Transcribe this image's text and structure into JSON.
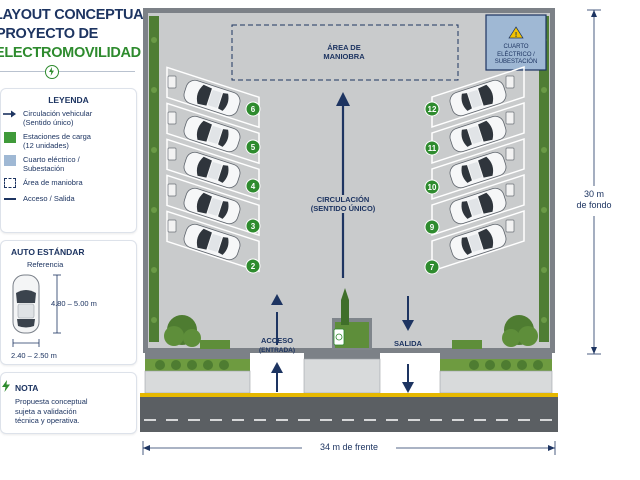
{
  "title": {
    "line1": "LAYOUT CONCEPTUAL",
    "line2": "PROYECTO DE",
    "line3": "ELECTROMOVILIDAD"
  },
  "legend": {
    "title": "LEYENDA",
    "items": [
      {
        "label": "Circulación vehicular\n(Sentido único)",
        "icon": "arrow-icon"
      },
      {
        "label": "Estaciones de carga\n(12 unidades)",
        "icon": "green-square-icon",
        "color": "#3f9a3a"
      },
      {
        "label": "Cuarto eléctrico /\nSubestación",
        "icon": "blue-square-icon",
        "color": "#9fb8d4"
      },
      {
        "label": "Área de maniobra",
        "icon": "dashed-box-icon"
      },
      {
        "label": "Acceso / Salida",
        "icon": "line-icon"
      }
    ]
  },
  "standard": {
    "title": "AUTO ESTÁNDAR",
    "reference": "Referencia",
    "length": "4.80 – 5.00 m",
    "width": "2.40 – 2.50 m"
  },
  "note": {
    "title": "NOTA",
    "text": "Propuesta conceptual\nsujeta a validación\ntécnica y operativa."
  },
  "diagram": {
    "maneuver_area": "ÁREA DE\nMANIOBRA",
    "electrical_room": "CUARTO ELÉCTRICO /\nSUBESTACIÓN",
    "circulation": "CIRCULACIÓN\n(SENTIDO ÚNICO)",
    "access": "ACCESO",
    "access_sub": "(ENTRADA)",
    "exit": "SALIDA",
    "depth": "30 m\nde fondo",
    "front": "34 m de frente",
    "left_bays": [
      "6",
      "5",
      "4",
      "3",
      "2"
    ],
    "right_bays": [
      "12",
      "11",
      "10",
      "9",
      "7"
    ],
    "colors": {
      "navy": "#1d3461",
      "green": "#2e8b2e",
      "asphalt": "#c9cbcc",
      "hedge": "#4f7d34"
    }
  }
}
